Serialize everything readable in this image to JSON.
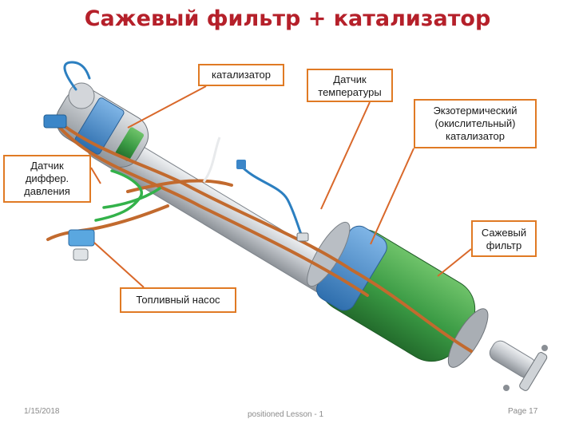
{
  "title": "Сажевый фильтр + катализатор",
  "callouts": {
    "catalyst": "катализатор",
    "temp_sensor": "Датчик\nтемпературы",
    "exo_catalyst": "Экзотермический\n(окислительный)\nкатализатор",
    "diff_pressure": "Датчик\nдиффер.\nдавления",
    "dpf": "Сажевый\nфильтр",
    "fuel_pump": "Топливный насос"
  },
  "footer": {
    "date": "1/15/2018",
    "lesson": "positioned Lesson - 1",
    "page": "Page 17"
  },
  "colors": {
    "title": "#b5202a",
    "callout_border": "#e07a24",
    "leader_line": "#d9682a",
    "filter_body": "#3a9a44",
    "filter_band": "#3f86c8",
    "pipe": "#c9cdd2",
    "harness": "#c26a2e",
    "hose": "#33b24a"
  },
  "icons": [
    "pressure-sensor-icon",
    "temperature-sensor-icon",
    "fuel-pump-icon"
  ]
}
